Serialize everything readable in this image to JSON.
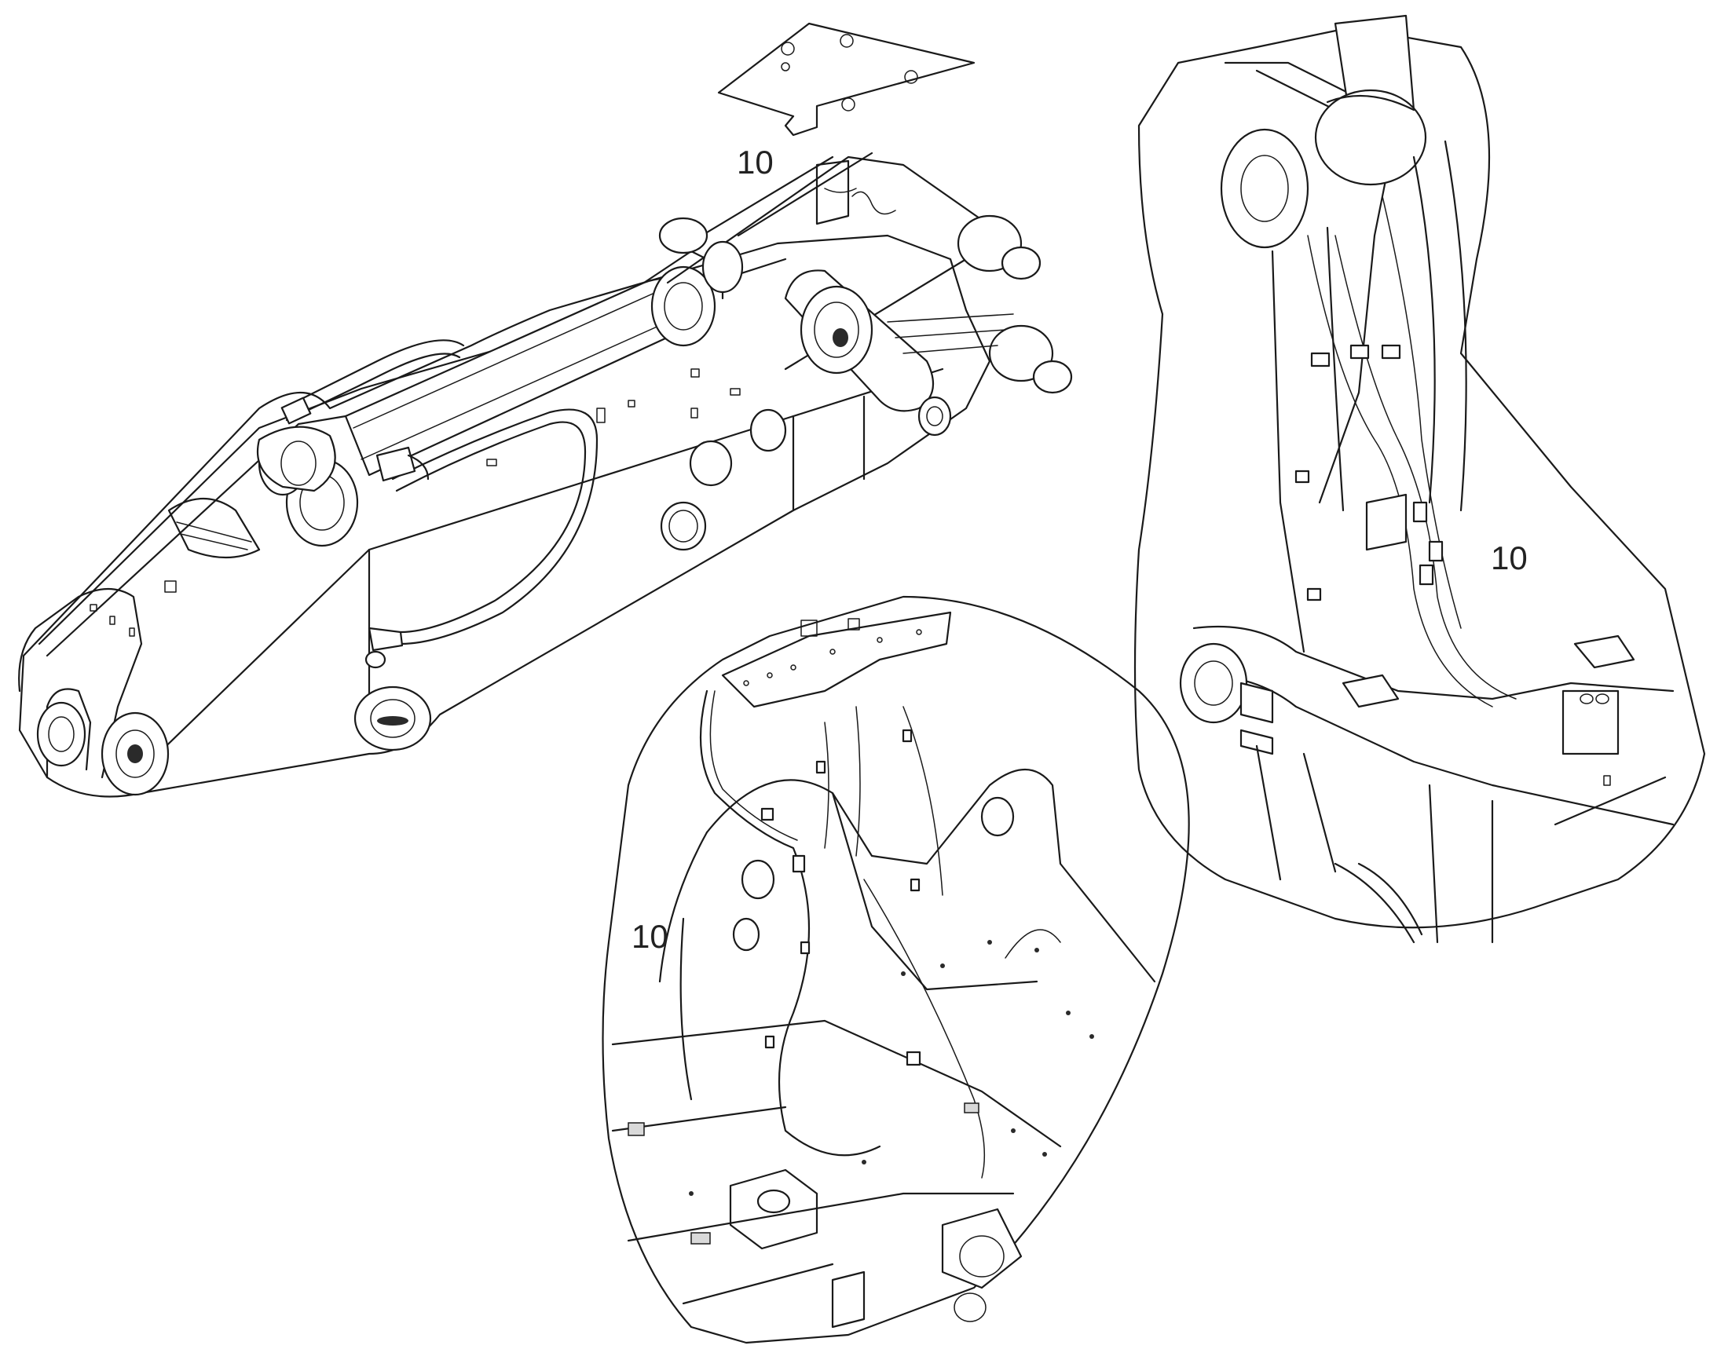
{
  "callouts": {
    "top_label": "10",
    "middle_label": "10",
    "right_label": "10"
  },
  "colors": {
    "line": "#1a1a1a",
    "background": "#ffffff"
  }
}
